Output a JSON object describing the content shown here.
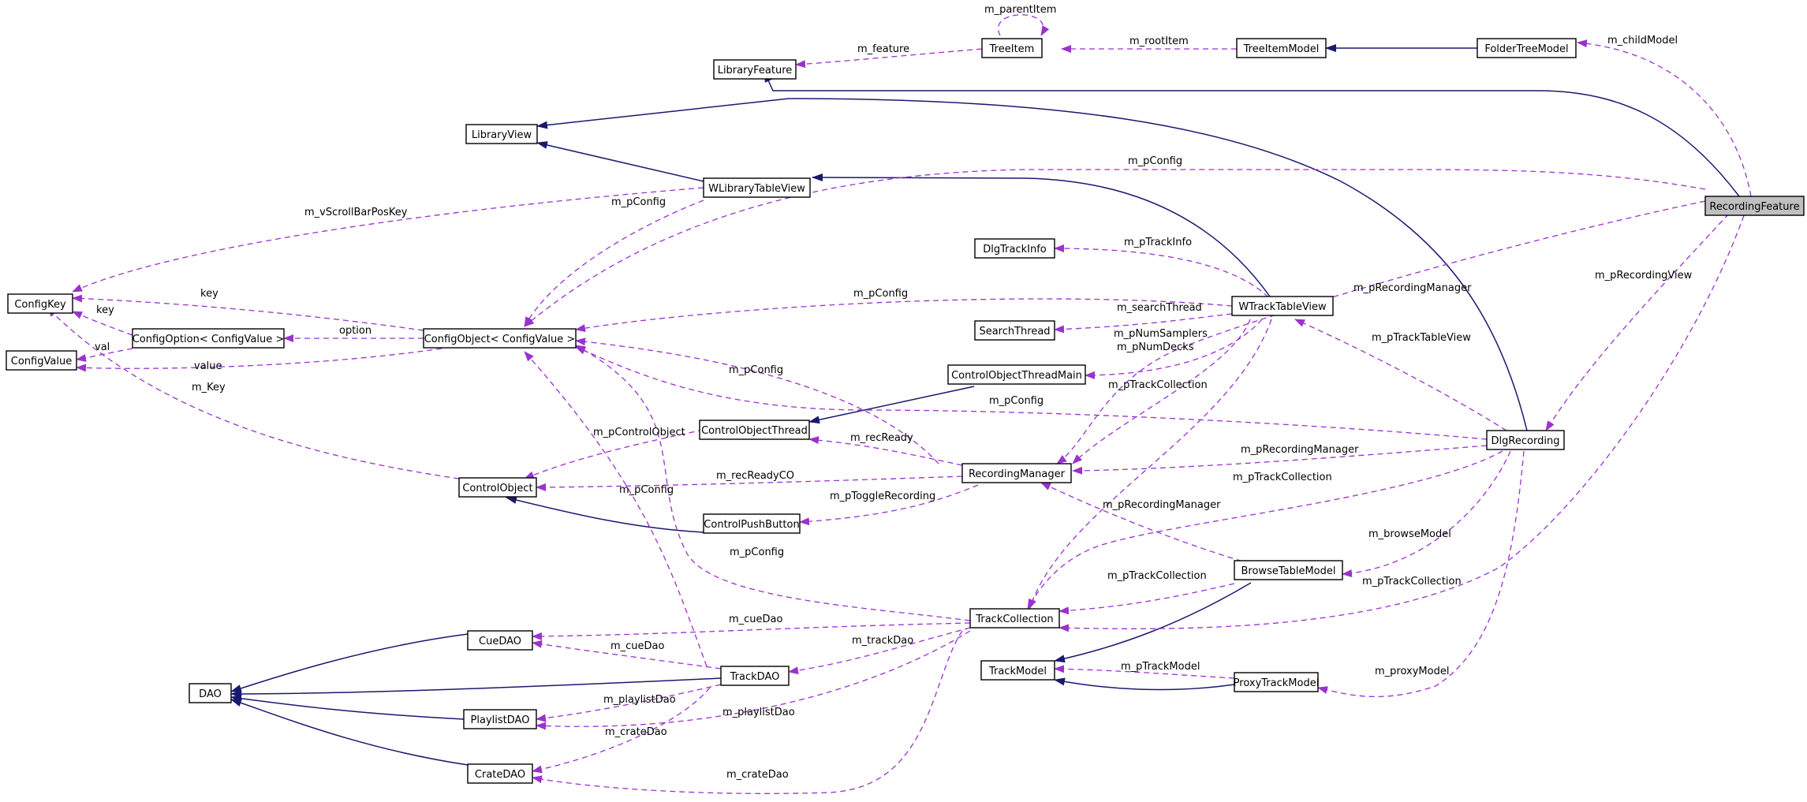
{
  "colors": {
    "inheritance": "#191970",
    "usage": "#9a32cd",
    "highlight_fill": "#bfbfbf"
  },
  "nodes": [
    {
      "id": "RecordingFeature",
      "label": "RecordingFeature"
    },
    {
      "id": "FolderTreeModel",
      "label": "FolderTreeModel"
    },
    {
      "id": "TreeItemModel",
      "label": "TreeItemModel"
    },
    {
      "id": "TreeItem",
      "label": "TreeItem"
    },
    {
      "id": "LibraryFeature",
      "label": "LibraryFeature"
    },
    {
      "id": "LibraryView",
      "label": "LibraryView"
    },
    {
      "id": "WLibraryTableView",
      "label": "WLibraryTableView"
    },
    {
      "id": "ConfigKey",
      "label": "ConfigKey"
    },
    {
      "id": "ConfigValue",
      "label": "ConfigValue"
    },
    {
      "id": "ConfigOption",
      "label": "ConfigOption< ConfigValue >"
    },
    {
      "id": "ConfigObject",
      "label": "ConfigObject< ConfigValue >"
    },
    {
      "id": "DlgTrackInfo",
      "label": "DlgTrackInfo"
    },
    {
      "id": "SearchThread",
      "label": "SearchThread"
    },
    {
      "id": "WTrackTableView",
      "label": "WTrackTableView"
    },
    {
      "id": "ControlObjectThreadMain",
      "label": "ControlObjectThreadMain"
    },
    {
      "id": "ControlObjectThread",
      "label": "ControlObjectThread"
    },
    {
      "id": "ControlObject",
      "label": "ControlObject"
    },
    {
      "id": "RecordingManager",
      "label": "RecordingManager"
    },
    {
      "id": "ControlPushButton",
      "label": "ControlPushButton"
    },
    {
      "id": "DlgRecording",
      "label": "DlgRecording"
    },
    {
      "id": "BrowseTableModel",
      "label": "BrowseTableModel"
    },
    {
      "id": "TrackCollection",
      "label": "TrackCollection"
    },
    {
      "id": "TrackModel",
      "label": "TrackModel"
    },
    {
      "id": "ProxyTrackModel",
      "label": "ProxyTrackModel"
    },
    {
      "id": "CueDAO",
      "label": "CueDAO"
    },
    {
      "id": "TrackDAO",
      "label": "TrackDAO"
    },
    {
      "id": "DAO",
      "label": "DAO"
    },
    {
      "id": "PlaylistDAO",
      "label": "PlaylistDAO"
    },
    {
      "id": "CrateDAO",
      "label": "CrateDAO"
    }
  ],
  "edge_labels": [
    "m_parentItem",
    "m_feature",
    "m_rootItem",
    "m_childModel",
    "m_pConfig",
    "m_pConfig",
    "m_vScrollBarPosKey",
    "m_pTrackInfo",
    "key",
    "m_pConfig",
    "m_searchThread",
    "key",
    "option",
    "m_pNumSamplers",
    "m_pNumDecks",
    "val",
    "value",
    "m_Key",
    "m_pConfig",
    "m_pTrackCollection",
    "m_pConfig",
    "m_pControlObject",
    "m_recReady",
    "m_recReadyCO",
    "m_pConfig",
    "m_pToggleRecording",
    "m_pRecordingManager",
    "m_pTrackCollection",
    "m_pRecordingManager",
    "m_pConfig",
    "m_pTrackCollection",
    "m_cueDao",
    "m_cueDao",
    "m_trackDao",
    "m_playlistDao",
    "m_playlistDao",
    "m_crateDao",
    "m_crateDao",
    "m_pTrackModel",
    "m_proxyModel",
    "m_pTrackCollection",
    "m_browseModel",
    "m_pRecordingManager",
    "m_pRecordingView",
    "m_pTrackTableView"
  ]
}
